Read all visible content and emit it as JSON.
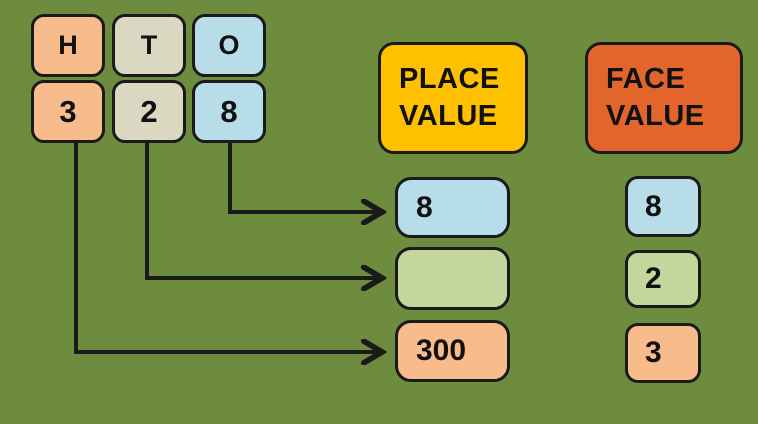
{
  "colors": {
    "background": "#6E8C3E",
    "peach": "#F8BC8C",
    "tan": "#DBD8C2",
    "blue": "#B7DEE8",
    "green": "#C3D69B",
    "yellow": "#FFC000",
    "orange_red": "#E2662C",
    "outline": "#1A1A1A"
  },
  "digit_grid": {
    "columns": [
      {
        "header": "H",
        "digit": "3"
      },
      {
        "header": "T",
        "digit": "2"
      },
      {
        "header": "O",
        "digit": "8"
      }
    ]
  },
  "headers": {
    "place_value": {
      "line1": "PLACE",
      "line2": "VALUE"
    },
    "face_value": {
      "line1": "FACE",
      "line2": "VALUE"
    }
  },
  "place_value_column": [
    {
      "value": "8"
    },
    {
      "value": ""
    },
    {
      "value": "300"
    }
  ],
  "face_value_column": [
    {
      "value": "8"
    },
    {
      "value": "2"
    },
    {
      "value": "3"
    }
  ]
}
